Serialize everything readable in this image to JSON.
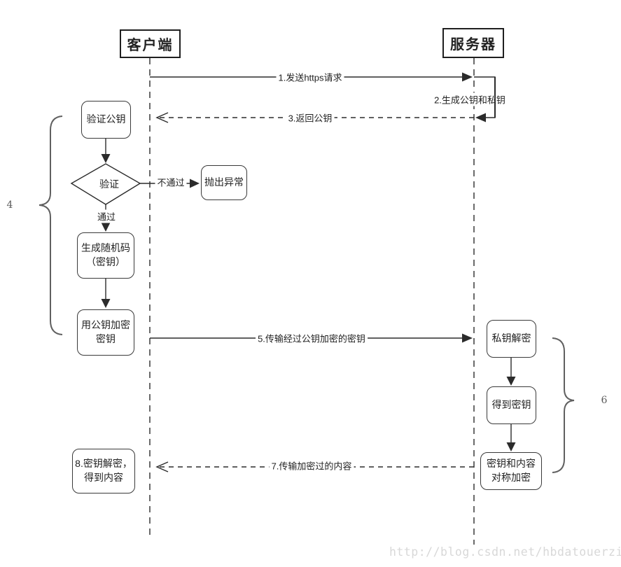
{
  "actors": {
    "client": "客户端",
    "server": "服务器"
  },
  "messages": {
    "m1": "1.发送https请求",
    "m2": "2.生成公钥和私钥",
    "m3": "3.返回公钥",
    "m5": "5.传输经过公钥加密的密钥",
    "m7": "7.传输加密过的内容"
  },
  "flow": {
    "verify_pubkey": "验证公钥",
    "decision": "验证",
    "fail": "不通过",
    "throw_exception": "抛出异常",
    "pass": "通过",
    "gen_random": {
      "line1": "生成随机码",
      "line2": "（密钥）"
    },
    "encrypt_key": {
      "line1": "用公钥加密",
      "line2": "密钥"
    },
    "final_step": {
      "line1": "8.密钥解密，",
      "line2": "得到内容"
    },
    "privkey_decrypt": "私钥解密",
    "get_key": "得到密钥",
    "sym_encrypt": {
      "line1": "密钥和内容",
      "line2": "对称加密"
    }
  },
  "annotations": {
    "left_brace": "4",
    "right_brace": "6"
  },
  "watermark": "http://blog.csdn.net/hbdatouerzi",
  "colors": {
    "line": "#2b2b2b",
    "brace": "#606060",
    "watermark": "#d8d8d8"
  }
}
